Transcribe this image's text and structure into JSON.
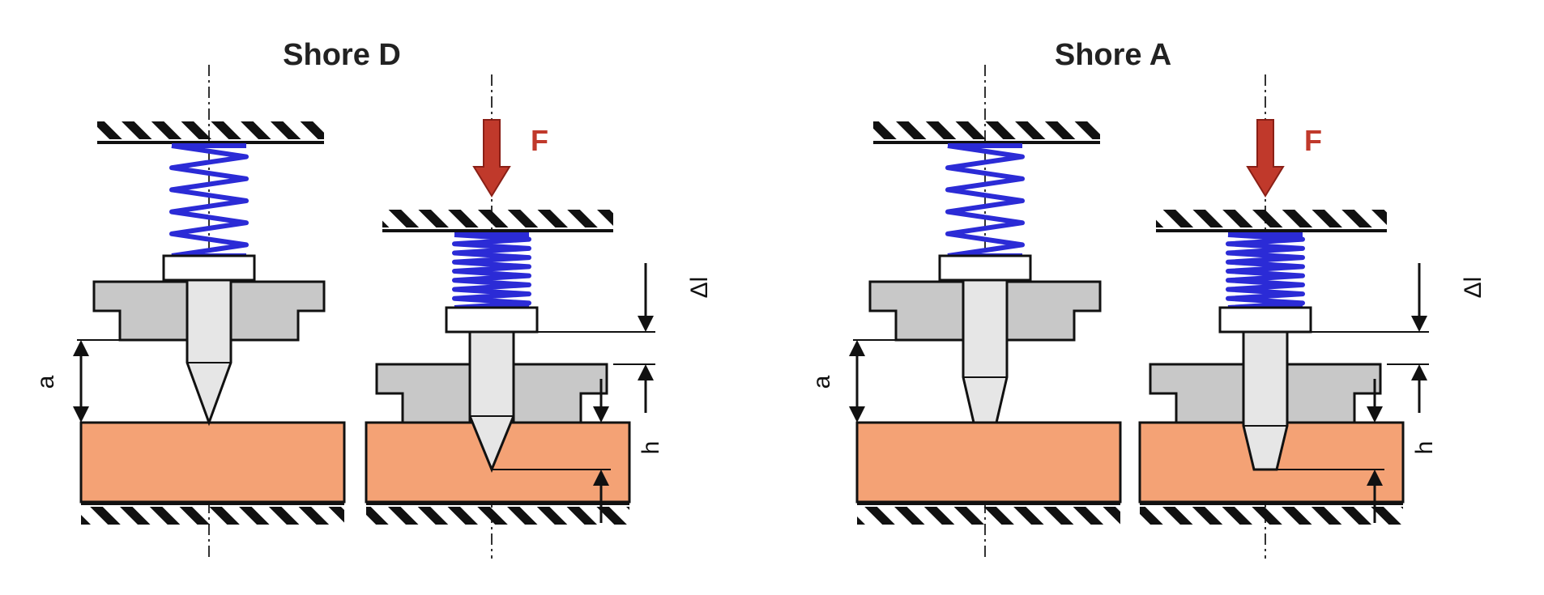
{
  "titles": {
    "shore_d": "Shore D",
    "shore_a": "Shore A"
  },
  "labels": {
    "force": "F",
    "distance_a": "a",
    "depth_h": "h",
    "delta_l": "Δl"
  },
  "colors": {
    "spring": "#2b2bd6",
    "sample": "#f4a275",
    "holder": "#c8c8c8",
    "indenter": "#e6e6e6",
    "force_arrow": "#c0392b",
    "line": "#111111"
  },
  "icons": {
    "force": "down-arrow-icon",
    "spring": "coil-spring-icon",
    "ground": "hatched-ground-icon"
  }
}
